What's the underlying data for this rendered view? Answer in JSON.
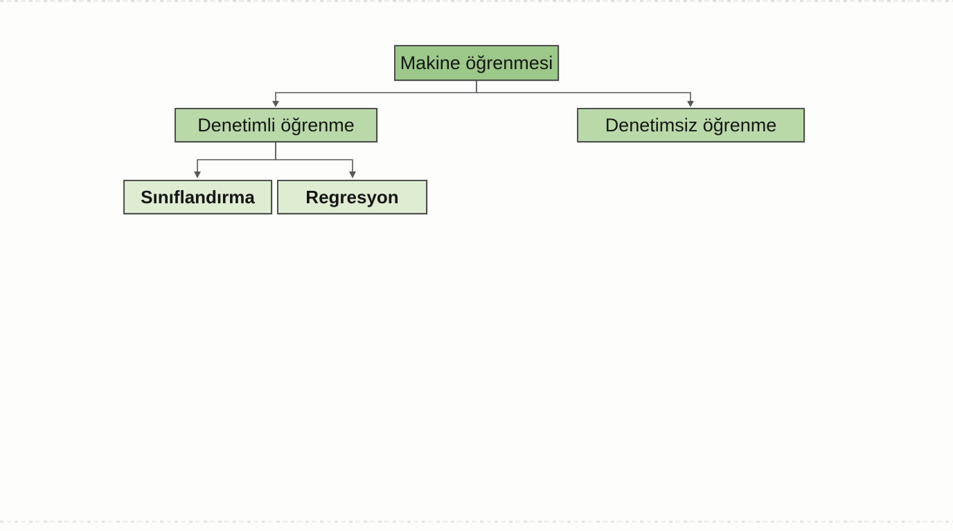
{
  "diagram": {
    "type": "tree-flowchart",
    "language": "tr",
    "topic": "machine-learning-taxonomy"
  },
  "nodes": {
    "root": {
      "label": "Makine öğrenmesi",
      "level": 1
    },
    "supervised": {
      "label": "Denetimli öğrenme",
      "level": 2
    },
    "unsupervised": {
      "label": "Denetimsiz öğrenme",
      "level": 2
    },
    "classification": {
      "label": "Sınıflandırma",
      "level": 3
    },
    "regression": {
      "label": "Regresyon",
      "level": 3
    }
  },
  "edges": [
    {
      "from": "root",
      "to": "supervised"
    },
    {
      "from": "root",
      "to": "unsupervised"
    },
    {
      "from": "supervised",
      "to": "classification"
    },
    {
      "from": "supervised",
      "to": "regression"
    }
  ],
  "colors": {
    "level1_fill": "#9cc88a",
    "level2_fill": "#b9d9a9",
    "level3_fill": "#deedd2",
    "node_border": "#4e4e4e",
    "connector": "#595959",
    "text": "#161616",
    "background": "#fdfdfc"
  }
}
